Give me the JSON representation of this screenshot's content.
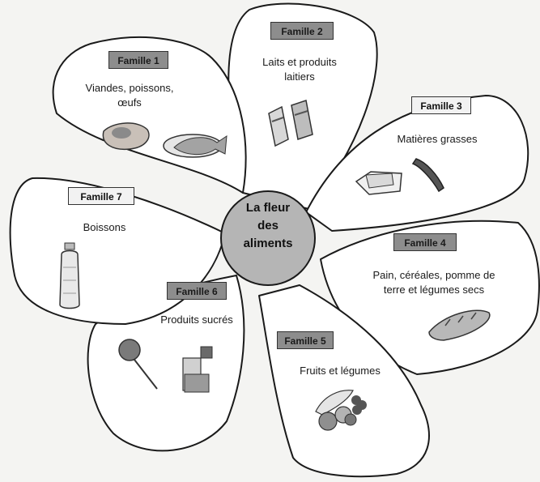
{
  "center": {
    "line1": "La fleur",
    "line2": "des",
    "line3": "aliments"
  },
  "petals": [
    {
      "family": "Famille 1",
      "text_lines": [
        "Viandes, poissons,",
        "œufs"
      ],
      "label_style": "dark",
      "icons": [
        "meat-icon",
        "fish-icon"
      ]
    },
    {
      "family": "Famille 2",
      "text_lines": [
        "Laits et produits",
        "laitiers"
      ],
      "label_style": "dark",
      "icons": [
        "milk-carton-icon"
      ]
    },
    {
      "family": "Famille 3",
      "text_lines": [
        "Matières grasses"
      ],
      "label_style": "light",
      "icons": [
        "butter-icon",
        "oil-icon"
      ]
    },
    {
      "family": "Famille 4",
      "text_lines": [
        "Pain, céréales, pomme de",
        "terre et légumes secs"
      ],
      "label_style": "dark",
      "icons": [
        "bread-icon"
      ]
    },
    {
      "family": "Famille 5",
      "text_lines": [
        "Fruits et légumes"
      ],
      "label_style": "dark",
      "icons": [
        "fruits-icon"
      ]
    },
    {
      "family": "Famille 6",
      "text_lines": [
        "Produits sucrés"
      ],
      "label_style": "dark",
      "icons": [
        "lollipop-icon",
        "sugar-icon"
      ]
    },
    {
      "family": "Famille 7",
      "text_lines": [
        "Boissons"
      ],
      "label_style": "light",
      "icons": [
        "water-bottle-icon"
      ]
    }
  ],
  "colors": {
    "label_dark": "#8d8d8d",
    "label_light": "#f2f2f2",
    "center_fill": "#b5b5b5",
    "outline": "#1a1a1a"
  }
}
